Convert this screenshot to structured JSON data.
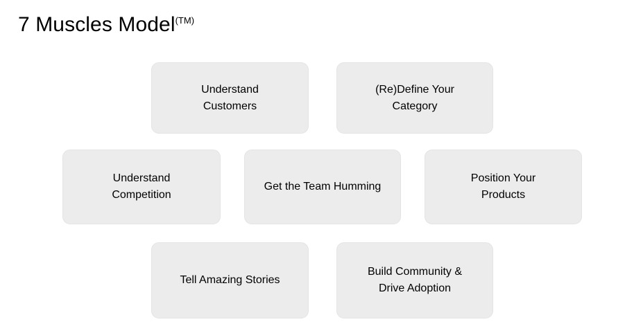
{
  "slide": {
    "title_main": "7 Muscles Model",
    "title_superscript": "(TM)",
    "background_color": "#ffffff",
    "box_fill_color": "#ececec",
    "box_border_color": "#e4e4e4",
    "text_color": "#000000"
  },
  "boxes": [
    {
      "id": "understand-customers",
      "label": "Understand\nCustomers",
      "row": 1,
      "col": 1
    },
    {
      "id": "redefine-category",
      "label": "(Re)Define Your\nCategory",
      "row": 1,
      "col": 2
    },
    {
      "id": "understand-competition",
      "label": "Understand\nCompetition",
      "row": 2,
      "col": 1
    },
    {
      "id": "team-humming",
      "label": "Get the Team Humming",
      "row": 2,
      "col": 2
    },
    {
      "id": "position-products",
      "label": "Position Your\nProducts",
      "row": 2,
      "col": 3
    },
    {
      "id": "tell-stories",
      "label": "Tell Amazing Stories",
      "row": 3,
      "col": 1
    },
    {
      "id": "build-community",
      "label": "Build Community &\nDrive Adoption",
      "row": 3,
      "col": 2
    }
  ]
}
